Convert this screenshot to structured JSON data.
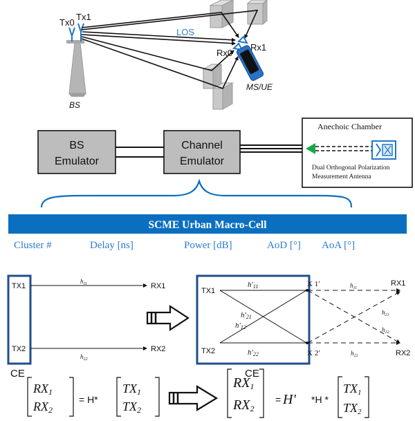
{
  "colors": {
    "blue": "#1f77c9",
    "bar_blue": "#0b6fc0",
    "box_gray": "#bdbdbd",
    "building_gray": "#c9c9c9",
    "green": "#18a84a",
    "text_blue": "#2b7bd1"
  },
  "scene": {
    "tx0": "Tx0",
    "tx1": "Tx1",
    "los": "LOS",
    "rx0": "Rx0",
    "rx1": "Rx1",
    "bs": "BS",
    "msue": "MS/UE"
  },
  "setup": {
    "bs_emulator": [
      "BS",
      "Emulator"
    ],
    "channel_emulator": [
      "Channel",
      "Emulator"
    ],
    "anechoic_chamber": "Anechoic Chamber",
    "antenna_label": [
      "Dual Orthogonal Polarization",
      "Measurement Antenna"
    ]
  },
  "scme": {
    "title": "SCME Urban Macro-Cell",
    "columns": [
      "Cluster #",
      "Delay [ns]",
      "Power [dB]",
      "AoD [°]",
      "AoA [°]"
    ]
  },
  "channel_left": {
    "tx1": "TX1",
    "tx2": "TX2",
    "rx1": "RX1",
    "rx2": "RX2",
    "h11": "h",
    "h11_sub": "11",
    "h22": "h",
    "h22_sub": "22",
    "ce": "CE"
  },
  "channel_right": {
    "tx1": "TX1",
    "tx2": "TX2",
    "h11p": "h′",
    "h11p_sub": "11",
    "h21p": "h′",
    "h21p_sub": "21",
    "h12p": "h′",
    "h12p_sub": "12",
    "h22p": "h′",
    "h22p_sub": "22",
    "x1p": "X 1′",
    "x2p": "X 2′",
    "h11": "h",
    "h11_sub": "11",
    "h21": "h",
    "h21_sub": "21",
    "h12": "h",
    "h12_sub": "12",
    "h22": "h",
    "h22_sub": "22",
    "rx1": "RX1",
    "rx2": "RX2",
    "ce": "CE"
  },
  "equation_left": {
    "rx1": "RX",
    "rx1_sub": "1",
    "rx2": "RX",
    "rx2_sub": "2",
    "eq": "= H*",
    "tx1": "TX",
    "tx1_sub": "1",
    "tx2": "TX",
    "tx2_sub": "2"
  },
  "equation_right": {
    "rx1": "RX",
    "rx1_sub": "1",
    "rx2": "RX",
    "rx2_sub": "2",
    "eq": "=",
    "hprime": "H′",
    "mid": "*H *",
    "tx1": "TX",
    "tx1_sub": "1",
    "tx2": "TX",
    "tx2_sub": "2"
  }
}
